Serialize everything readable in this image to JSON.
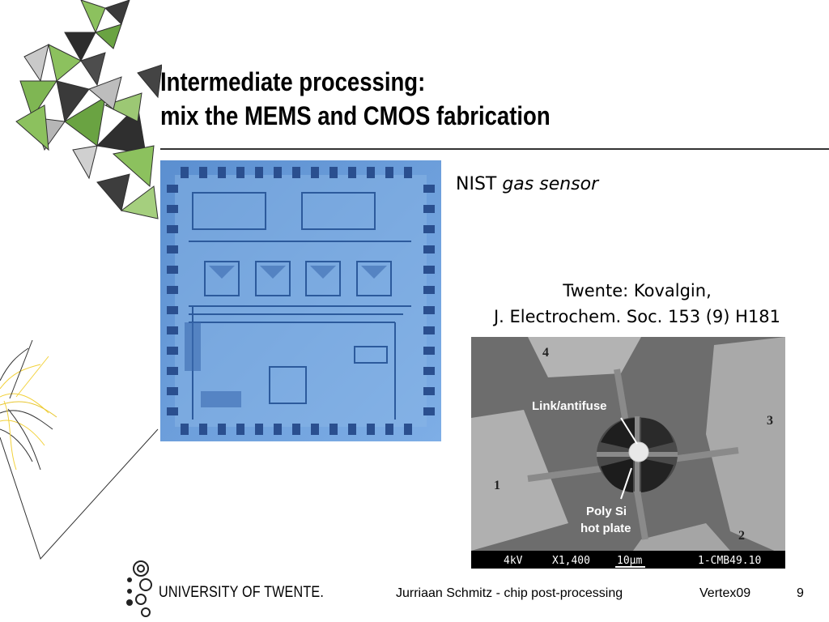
{
  "slide": {
    "title_line1": "Intermediate processing:",
    "title_line2": "mix the MEMS and CMOS fabrication",
    "caption_nist_prefix": "NIST ",
    "caption_nist_italic": "gas sensor",
    "citation_line1": "Twente: Kovalgin,",
    "citation_line2": "J. Electrochem. Soc. 153 (9) H181"
  },
  "sem_image": {
    "label_link": "Link/antifuse",
    "label_poly1": "Poly Si",
    "label_poly2": "hot plate",
    "pad_1": "1",
    "pad_2": "2",
    "pad_3": "3",
    "pad_4": "4",
    "scale_kv": "4kV",
    "scale_mag": "X1,400",
    "scale_bar": "10µm",
    "scale_id": "1-CMB49.10"
  },
  "footer": {
    "university": "UNIVERSITY OF TWENTE.",
    "text": "Jurriaan Schmitz - chip post-processing",
    "event": "Vertex09",
    "page": "9"
  },
  "colors": {
    "deco_green": "#8cc15e",
    "deco_dark": "#333333",
    "chip_blue": "#6f9fd8",
    "deco_yellow": "#f2d13a"
  }
}
